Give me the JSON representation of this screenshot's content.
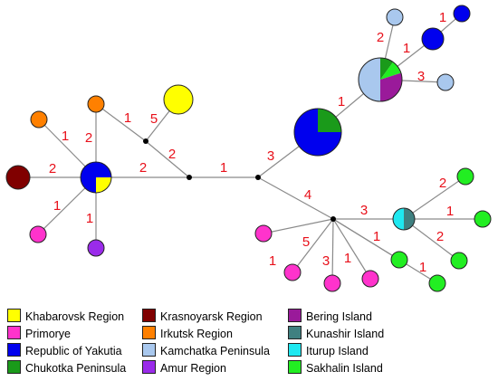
{
  "network": {
    "colors": {
      "khabarovsk": "#ffff00",
      "primorye": "#ff33cc",
      "yakutia": "#0000ee",
      "chukotka": "#1a9a1a",
      "krasnoyarsk": "#800000",
      "irkutsk": "#ff8000",
      "kamchatka": "#a9c8ee",
      "amur": "#9a2bea",
      "bering": "#9a1a9a",
      "kunashir": "#3f8080",
      "iturup": "#1ee8f0",
      "sakhalin": "#22ee22"
    },
    "edge_labels": [
      "1",
      "2",
      "1",
      "2",
      "1",
      "2",
      "5",
      "1",
      "2",
      "1",
      "3",
      "1",
      "2",
      "1",
      "1",
      "3",
      "4",
      "3",
      "2",
      "1",
      "2",
      "1",
      "1",
      "5",
      "3",
      "1"
    ]
  },
  "legend": {
    "items": [
      {
        "label": "Khabarovsk Region",
        "color": "#ffff00"
      },
      {
        "label": "Primorye",
        "color": "#ff33cc"
      },
      {
        "label": "Republic of Yakutia",
        "color": "#0000ee"
      },
      {
        "label": "Chukotka Peninsula",
        "color": "#1a9a1a"
      },
      {
        "label": "Krasnoyarsk Region",
        "color": "#800000"
      },
      {
        "label": "Irkutsk Region",
        "color": "#ff8000"
      },
      {
        "label": "Kamchatka Peninsula",
        "color": "#a9c8ee"
      },
      {
        "label": "Amur Region",
        "color": "#9a2bea"
      },
      {
        "label": "Bering Island",
        "color": "#9a1a9a"
      },
      {
        "label": "Kunashir Island",
        "color": "#3f8080"
      },
      {
        "label": "Iturup Island",
        "color": "#1ee8f0"
      },
      {
        "label": "Sakhalin Island",
        "color": "#22ee22"
      }
    ]
  }
}
